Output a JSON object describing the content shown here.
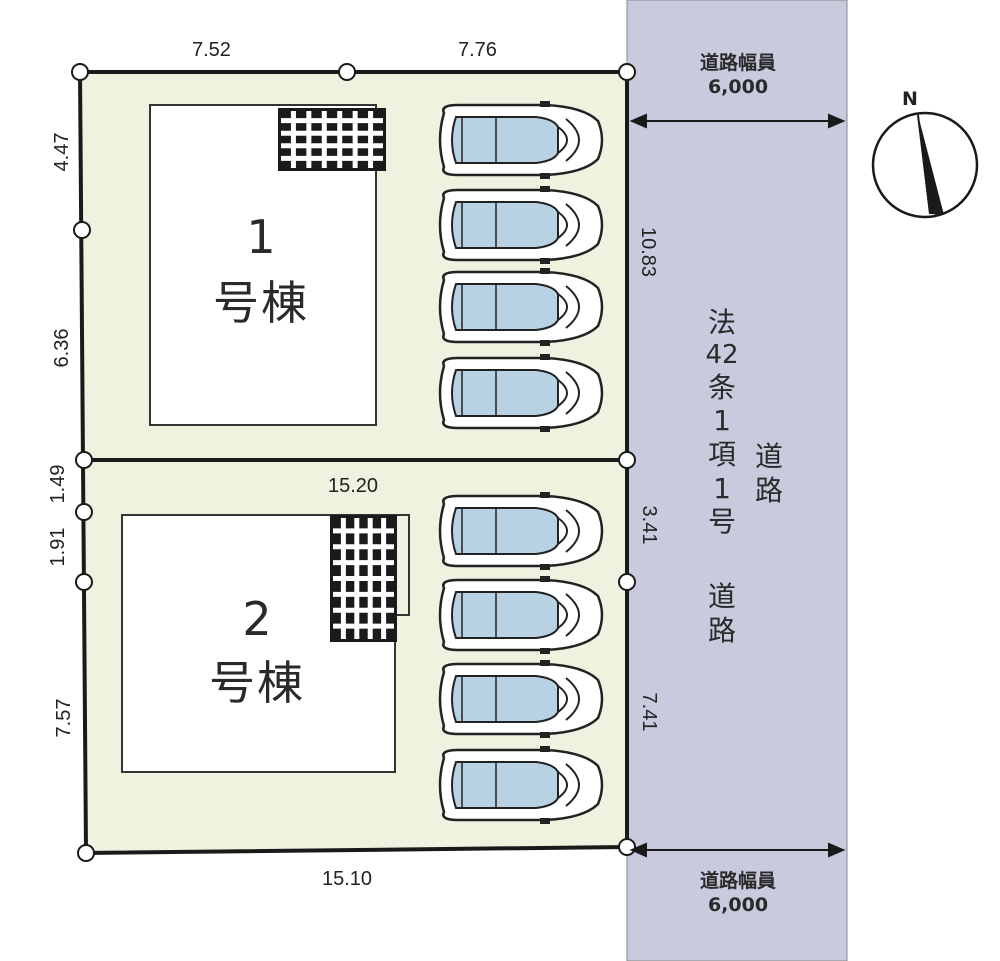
{
  "lots": [
    {
      "number": "1",
      "name": "号棟"
    },
    {
      "number": "2",
      "name": "号棟"
    }
  ],
  "dimensions": {
    "top_left": "7.52",
    "top_right": "7.76",
    "left_1a": "4.47",
    "left_1b": "6.36",
    "right_1": "10.83",
    "left_2a": "1.49",
    "left_2b": "1.91",
    "left_2c": "7.57",
    "divider": "15.20",
    "right_2a": "3.41",
    "right_2b": "7.41",
    "bottom": "15.10"
  },
  "road": {
    "width_label": "道路幅員",
    "width_value": "6,000",
    "width_label_bottom": "道路幅員",
    "width_value_bottom": "6,000",
    "classification_col1": "法42条1項1号",
    "classification_col2": "道路",
    "classification_col3": "道路"
  },
  "compass": {
    "label": "N"
  },
  "colors": {
    "lot_fill": "#eef3e0",
    "road_fill": "#c8cbdd",
    "car_window": "#b8d2e4",
    "boundary": "#1a1a1a"
  }
}
